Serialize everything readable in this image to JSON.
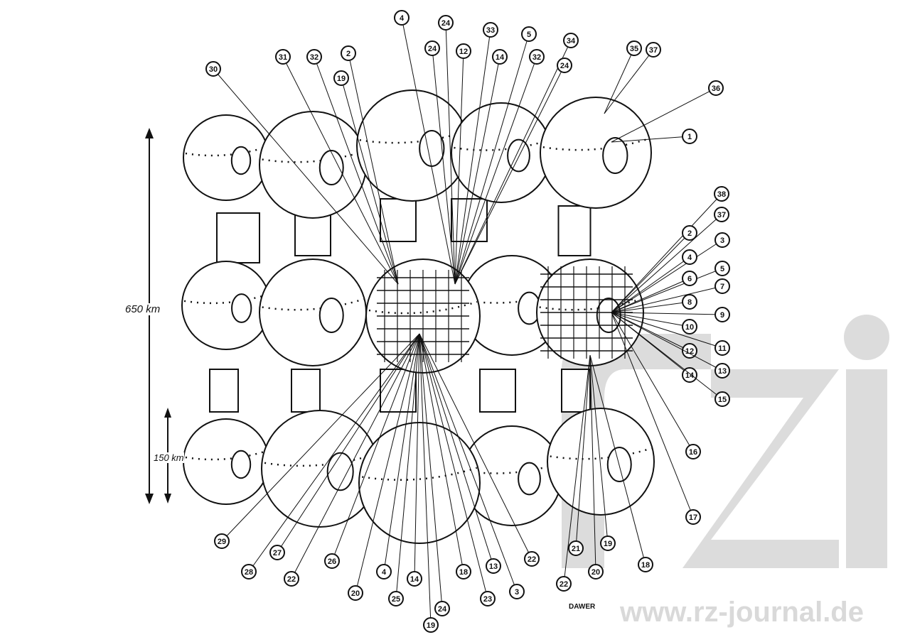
{
  "scale": {
    "overall": "650 km",
    "module": "150 km"
  },
  "signature": "DAWER",
  "watermark": {
    "text": "www.rz-journal.de",
    "logo": "rz"
  },
  "colors": {
    "ink": "#111111",
    "watermark": "#d9d9d9",
    "paper": "#ffffff"
  },
  "callouts": [
    "30",
    "31",
    "32",
    "2",
    "19",
    "4",
    "24",
    "24",
    "33",
    "12",
    "14",
    "5",
    "32",
    "34",
    "24",
    "35",
    "37",
    "36",
    "1",
    "38",
    "37",
    "2",
    "3",
    "4",
    "5",
    "6",
    "7",
    "8",
    "9",
    "10",
    "11",
    "12",
    "13",
    "14",
    "15",
    "16",
    "17",
    "29",
    "28",
    "27",
    "22",
    "26",
    "20",
    "4",
    "25",
    "14",
    "19",
    "24",
    "18",
    "23",
    "13",
    "3",
    "22",
    "22",
    "21",
    "20",
    "19",
    "18"
  ]
}
